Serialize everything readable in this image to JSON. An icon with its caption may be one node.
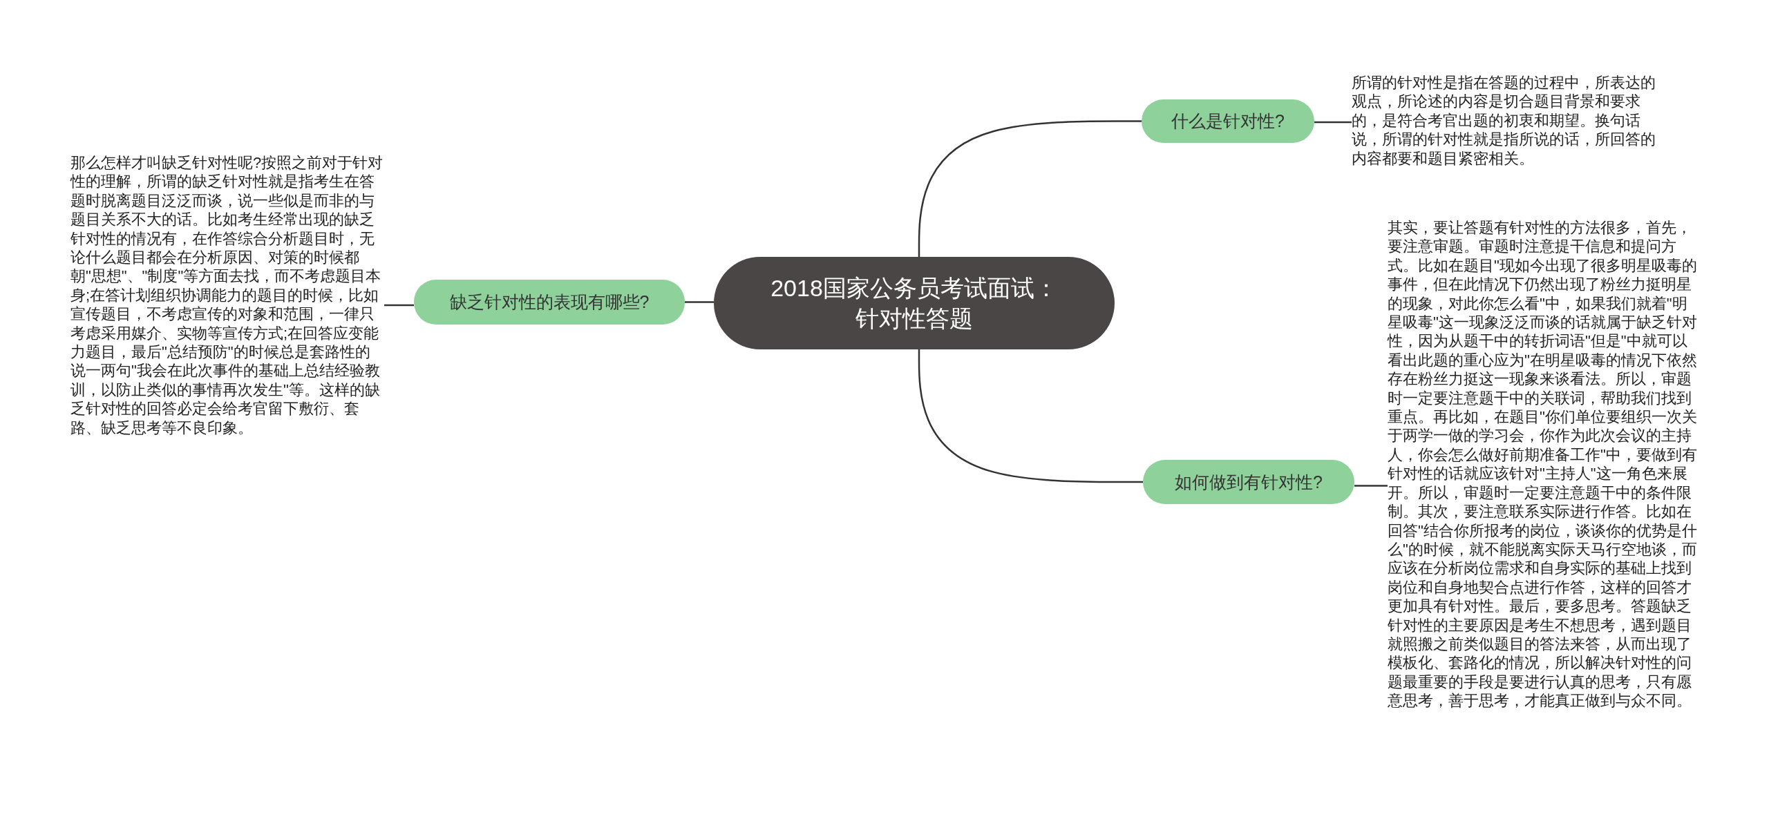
{
  "diagram": {
    "nodes": [
      {
        "text": [
          "2018国家公务员考试面试：针对性答题"
        ]
      },
      {
        "text": [
          "什么是针对性?"
        ]
      },
      {
        "text": [
          "所谓的针对性是指在答题的过程中，所表达的观点，所论述的内容是切合题目背景和要求的，是符合考官出题的初衷和期望。换句话说，所谓的针对性就是指所说的话，所回答的内容都要和题目紧密相关。"
        ]
      },
      {
        "text": [
          "缺乏针对性的表现有哪些?"
        ]
      },
      {
        "text": [
          "那么怎样才叫缺乏针对性呢?按照之前对于针对性的理解，所谓的缺乏针对性就是指考生在答题时脱离题目泛泛而谈，说一些似是而非的与题目关系不大的话。比如考生经常出现的缺乏针对性的情况有，在作答综合分析题目时，无论什么题目都会在分析原因、对策的时候都朝\"思想\"、\"制度\"等方面去找，而不考虑题目本身;在答计划组织协调能力的题目的时候，比如宣传题目，不考虑宣传的对象和范围，一律只考虑采用媒介、实物等宣传方式;在回答应变能力题目，最后\"总结预防\"的时候总是套路性的说一两句\"我会在此次事件的基础上总结经验教训，以防止类似的事情再次发生\"等。这样的缺乏针对性的回答必定会给考官留下敷衍、套路、缺乏思考等不良印象。"
        ]
      },
      {
        "text": [
          "如何做到有针对性?"
        ]
      },
      {
        "text": [
          "其实，要让答题有针对性的方法很多，首先，要注意审题。审题时注意提干信息和提问方式。比如在题目\"现如今出现了很多明星吸毒的事件，但在此情况下仍然出现了粉丝力挺明星的现象，对此你怎么看\"中，如果我们就着\"明星吸毒\"这一现象泛泛而谈的话就属于缺乏针对性，因为从题干中的转折词语\"但是\"中就可以看出此题的重心应为\"在明星吸毒的情况下依然存在粉丝力挺这一现象来谈看法。所以，审题时一定要注意题干中的关联词，帮助我们找到重点。再比如，在题目\"你们单位要组织一次关于两学一做的学习会，你作为此次会议的主持人，你会怎么做好前期准备工作\"中，要做到有针对性的话就应该针对\"主持人\"这一角色来展开。所以，审题时一定要注意题干中的条件限制。其次，要注意联系实际进行作答。比如在回答\"结合你所报考的岗位，谈谈你的优势是什么\"的时候，就不能脱离实际天马行空地谈，而应该在分析岗位需求和自身实际的基础上找到岗位和自身地契合点进行作答，这样的回答才更加具有针对性。最后，要多思考。答题缺乏针对性的主要原因是考生不想思考，遇到题目就照搬之前类似题目的答法来答，从而出现了模板化、套路化的情况，所以解决针对性的问题最重要的手段是要进行认真的思考，只有愿意思考，善于思考，才能真正做到与众不同。"
        ]
      }
    ],
    "edges": [
      {
        "from": 0,
        "to": 1,
        "arrow": "none"
      },
      {
        "from": 1,
        "to": 2,
        "arrow": "none"
      },
      {
        "from": 0,
        "to": 3,
        "arrow": "none"
      },
      {
        "from": 3,
        "to": 4,
        "arrow": "none"
      },
      {
        "from": 0,
        "to": 5,
        "arrow": "none"
      },
      {
        "from": 5,
        "to": 6,
        "arrow": "none"
      }
    ]
  }
}
